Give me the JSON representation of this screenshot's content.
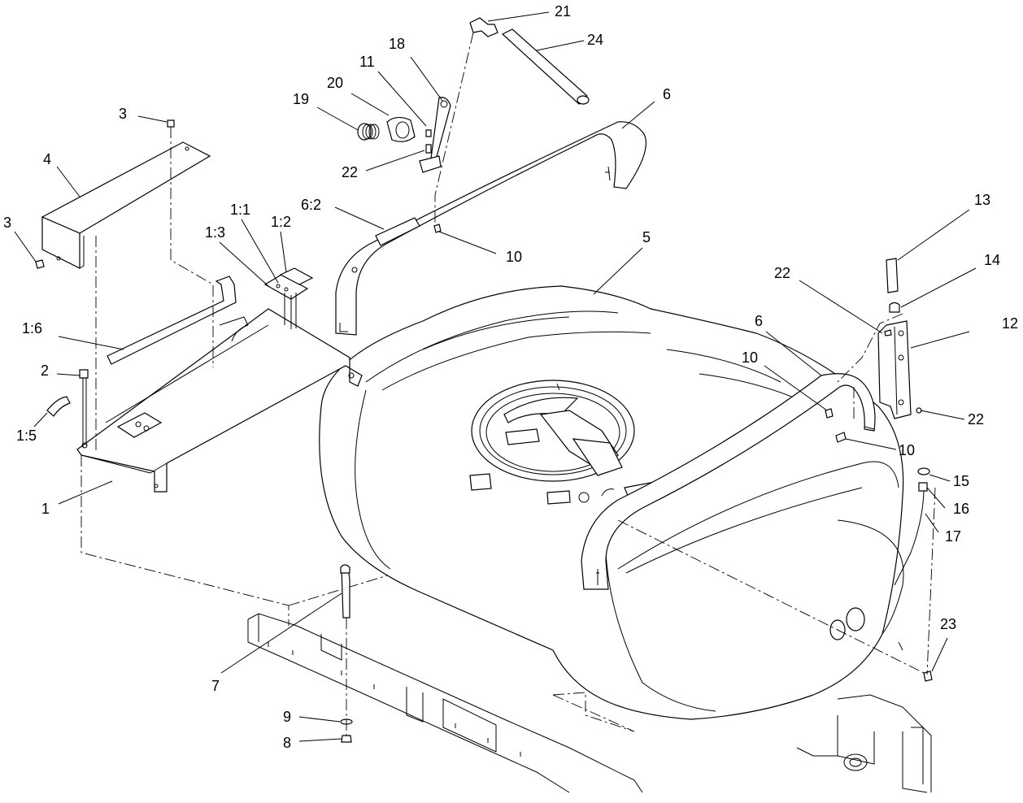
{
  "callouts": [
    {
      "id": "c21",
      "label": "21"
    },
    {
      "id": "c24",
      "label": "24"
    },
    {
      "id": "c18",
      "label": "18"
    },
    {
      "id": "c11",
      "label": "11"
    },
    {
      "id": "c20",
      "label": "20"
    },
    {
      "id": "c19",
      "label": "19"
    },
    {
      "id": "c6a",
      "label": "6"
    },
    {
      "id": "c3a",
      "label": "3"
    },
    {
      "id": "c4",
      "label": "4"
    },
    {
      "id": "c22a",
      "label": "22"
    },
    {
      "id": "c3b",
      "label": "3"
    },
    {
      "id": "c1_1",
      "label": "1:1"
    },
    {
      "id": "c1_2",
      "label": "1:2"
    },
    {
      "id": "c1_3",
      "label": "1:3"
    },
    {
      "id": "c6_2",
      "label": "6:2"
    },
    {
      "id": "c10a",
      "label": "10"
    },
    {
      "id": "c5",
      "label": "5"
    },
    {
      "id": "c13",
      "label": "13"
    },
    {
      "id": "c14",
      "label": "14"
    },
    {
      "id": "c22b",
      "label": "22"
    },
    {
      "id": "c12",
      "label": "12"
    },
    {
      "id": "c6b",
      "label": "6"
    },
    {
      "id": "c1_6",
      "label": "1:6"
    },
    {
      "id": "c10b",
      "label": "10"
    },
    {
      "id": "c2",
      "label": "2"
    },
    {
      "id": "c22c",
      "label": "22"
    },
    {
      "id": "c10c",
      "label": "10"
    },
    {
      "id": "c1_5",
      "label": "1:5"
    },
    {
      "id": "c15",
      "label": "15"
    },
    {
      "id": "c1",
      "label": "1"
    },
    {
      "id": "c16",
      "label": "16"
    },
    {
      "id": "c17",
      "label": "17"
    },
    {
      "id": "c23",
      "label": "23"
    },
    {
      "id": "c7",
      "label": "7"
    },
    {
      "id": "c9",
      "label": "9"
    },
    {
      "id": "c8",
      "label": "8"
    }
  ]
}
